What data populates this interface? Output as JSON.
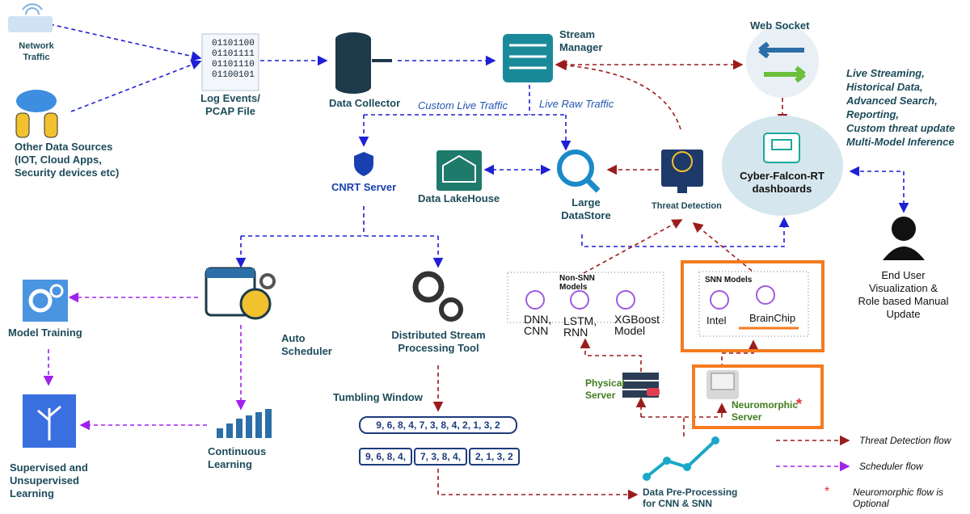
{
  "nodes": {
    "network_traffic": "Network Traffic",
    "other_sources": "Other Data Sources (IOT, Cloud Apps, Security devices etc)",
    "log_events": "Log Events/ PCAP File",
    "log_bits": [
      "01101100",
      "01101111",
      "01101110",
      "01100101"
    ],
    "data_collector": "Data Collector",
    "stream_manager": "Stream Manager",
    "web_socket": "Web Socket",
    "features": [
      "Live Streaming,",
      "Historical Data,",
      "Advanced Search,",
      "Reporting,",
      "Custom threat update",
      "Multi-Model Inference"
    ],
    "custom_live_traffic": "Custom Live Traffic",
    "live_raw_traffic": "Live Raw Traffic",
    "cnrt_server": "CNRT Server",
    "data_lakehouse": "Data LakeHouse",
    "large_datastore": "Large DataStore",
    "threat_detection": "Threat Detection",
    "dashboard": "Cyber-Falcon-RT dashboards",
    "end_user": "End User Visualization & Role based Manual Update",
    "model_training": "Model Training",
    "auto_scheduler": "Auto Scheduler",
    "distributed_tool": "Distributed Stream Processing Tool",
    "non_snn_title": "Non-SNN Models",
    "non_snn_models": [
      "DNN, CNN",
      "LSTM, RNN",
      "XGBoost Model"
    ],
    "snn_title": "SNN Models",
    "snn_models": [
      "Intel",
      "BrainChip"
    ],
    "physical_server": "Physical Server",
    "neuromorphic_server": "Neuromorphic Server",
    "neuromorphic_mark": "*",
    "tumbling_window": "Tumbling Window",
    "tumbling_stream": "9, 6, 8, 4, 7, 3, 8, 4, 2, 1, 3, 2",
    "tumbling_windows": [
      "9, 6, 8, 4,",
      "7, 3, 8, 4,",
      "2, 1, 3, 2"
    ],
    "supervised": "Supervised and Unsupervised Learning",
    "continuous_learning": "Continuous Learning",
    "preprocessing": "Data  Pre-Processing for CNN & SNN"
  },
  "legend": {
    "threat": "Threat Detection flow",
    "scheduler": "Scheduler flow",
    "neuro": "Neuromorphic flow is Optional",
    "neuro_mark": "*"
  },
  "colors": {
    "data_flow": "#1f1fd6",
    "threat_flow": "#9b1c1c",
    "scheduler_flow": "#a020f0",
    "highlight": "#f47b20"
  }
}
